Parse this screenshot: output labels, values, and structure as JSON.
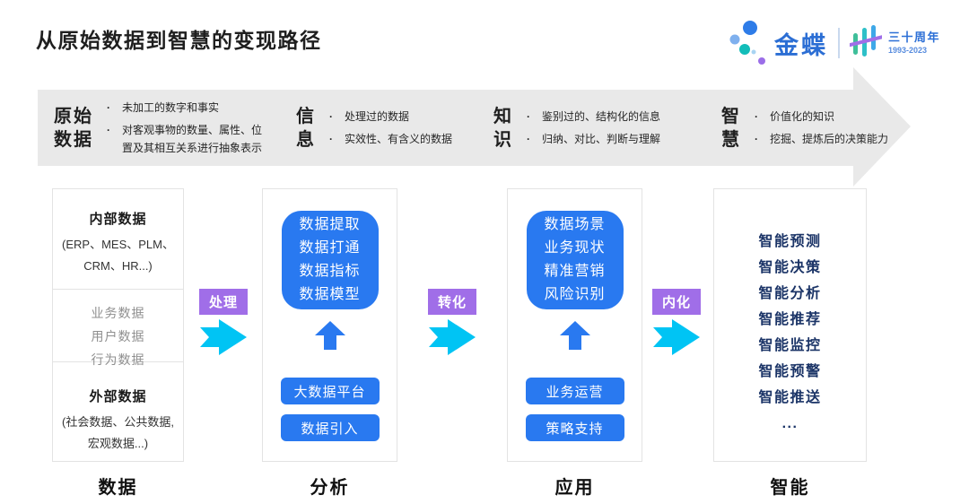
{
  "title": "从原始数据到智慧的变现路径",
  "logo": {
    "brand": "金蝶",
    "anniversary": "三十周年",
    "years": "1993-2023"
  },
  "banner": {
    "stages": [
      {
        "label_lines": [
          "原始",
          "数据"
        ],
        "points": [
          "未加工的数字和事实",
          "对客观事物的数量、属性、位置及其相互关系进行抽象表示"
        ]
      },
      {
        "label_lines": [
          "信",
          "息"
        ],
        "points": [
          "处理过的数据",
          "实效性、有含义的数据"
        ]
      },
      {
        "label_lines": [
          "知",
          "识"
        ],
        "points": [
          "鉴别过的、结构化的信息",
          "归纳、对比、判断与理解"
        ]
      },
      {
        "label_lines": [
          "智",
          "慧"
        ],
        "points": [
          "价值化的知识",
          "挖掘、提炼后的决策能力"
        ]
      }
    ]
  },
  "columns": [
    {
      "footer": "数据",
      "sections": [
        {
          "title": "内部数据",
          "lines": [
            "(ERP、MES、PLM、",
            "CRM、HR...)"
          ]
        },
        {
          "items": [
            "业务数据",
            "用户数据",
            "行为数据"
          ]
        },
        {
          "title": "外部数据",
          "lines": [
            "(社会数据、公共数据,",
            "宏观数据...)"
          ]
        }
      ]
    },
    {
      "footer": "分析",
      "panel_lines": [
        "数据提取",
        "数据打通",
        "数据指标",
        "数据模型"
      ],
      "buttons": [
        "大数据平台",
        "数据引入"
      ]
    },
    {
      "footer": "应用",
      "panel_lines": [
        "数据场景",
        "业务现状",
        "精准营销",
        "风险识别"
      ],
      "buttons": [
        "业务运营",
        "策略支持"
      ]
    },
    {
      "footer": "智能",
      "items": [
        "智能预测",
        "智能决策",
        "智能分析",
        "智能推荐",
        "智能监控",
        "智能预警",
        "智能推送",
        "..."
      ]
    }
  ],
  "connectors": [
    {
      "label": "处理"
    },
    {
      "label": "转化"
    },
    {
      "label": "内化"
    }
  ],
  "colors": {
    "accent_blue": "#2979F0",
    "cyan_arrow": "#00C4F4",
    "purple_label": "#A06EE8",
    "navy_text": "#1B3467",
    "banner_gray": "#E9E9E9",
    "brand_blue": "#2B6ED4"
  }
}
